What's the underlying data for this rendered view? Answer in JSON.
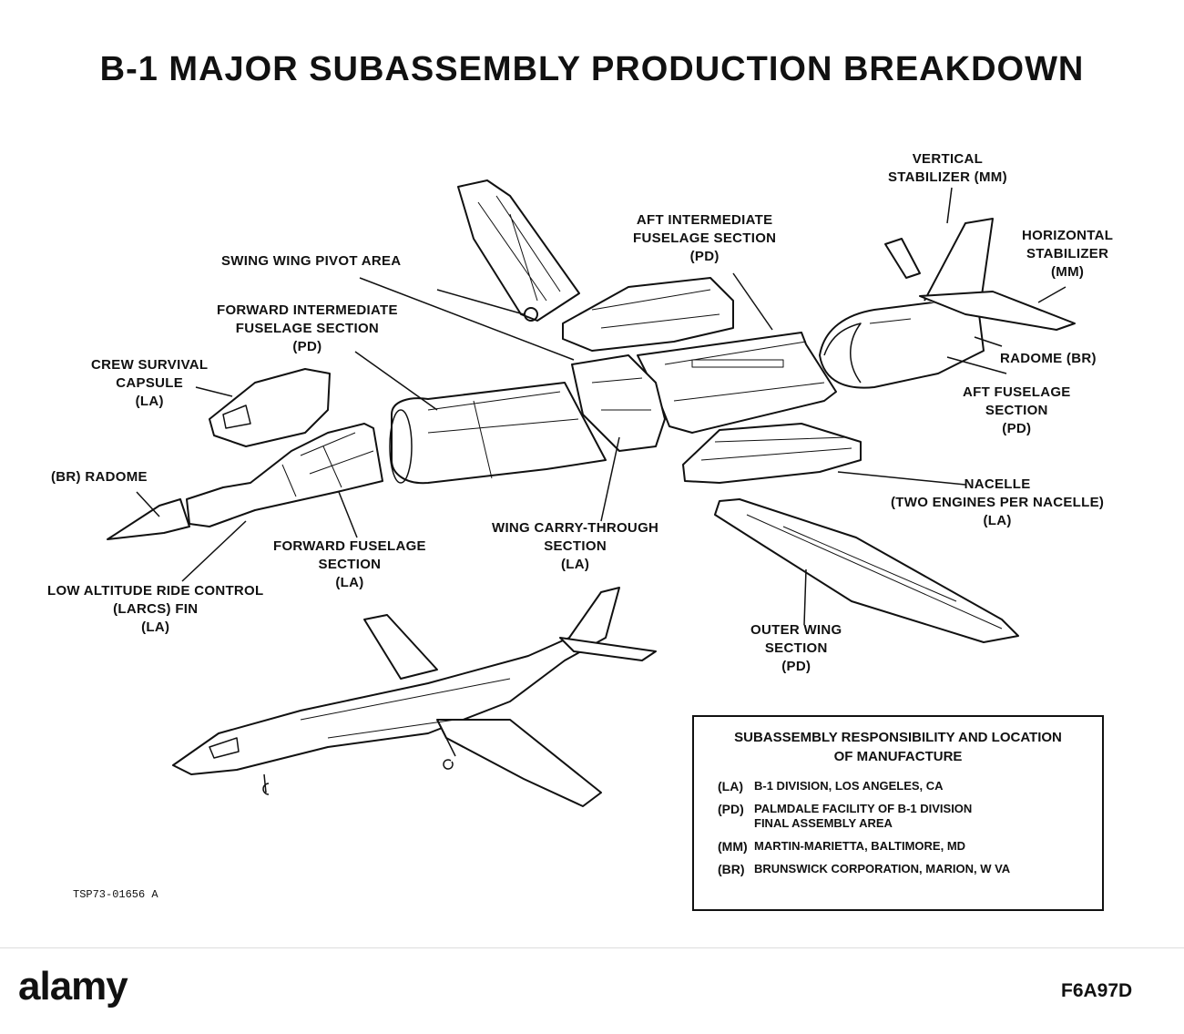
{
  "title": "B-1 MAJOR SUBASSEMBLY PRODUCTION BREAKDOWN",
  "labels": {
    "vertical_stabilizer": [
      "VERTICAL",
      "STABILIZER (MM)"
    ],
    "horizontal_stabilizer": [
      "HORIZONTAL",
      "STABILIZER",
      "(MM)"
    ],
    "aft_intermediate": [
      "AFT INTERMEDIATE",
      "FUSELAGE SECTION",
      "(PD)"
    ],
    "swing_wing_pivot": [
      "SWING WING PIVOT AREA"
    ],
    "forward_intermediate": [
      "FORWARD INTERMEDIATE",
      "FUSELAGE SECTION",
      "(PD)"
    ],
    "crew_capsule": [
      "CREW SURVIVAL",
      "CAPSULE",
      "(LA)"
    ],
    "radome_aft": [
      "RADOME (BR)"
    ],
    "aft_fuselage": [
      "AFT FUSELAGE",
      "SECTION",
      "(PD)"
    ],
    "radome_nose": [
      "(BR) RADOME"
    ],
    "nacelle": [
      "NACELLE",
      "(TWO ENGINES PER NACELLE)",
      "(LA)"
    ],
    "wing_carry_through": [
      "WING CARRY-THROUGH",
      "SECTION",
      "(LA)"
    ],
    "forward_fuselage": [
      "FORWARD FUSELAGE",
      "SECTION",
      "(LA)"
    ],
    "larcs_fin": [
      "LOW ALTITUDE RIDE CONTROL",
      "(LARCS) FIN",
      "(LA)"
    ],
    "outer_wing": [
      "OUTER WING",
      "SECTION",
      "(PD)"
    ]
  },
  "legend": {
    "title": [
      "SUBASSEMBLY RESPONSIBILITY AND LOCATION",
      "OF MANUFACTURE"
    ],
    "rows": [
      {
        "code": "(LA)",
        "text": [
          "B-1 DIVISION, LOS ANGELES, CA"
        ]
      },
      {
        "code": "(PD)",
        "text": [
          "PALMDALE FACILITY OF B-1 DIVISION",
          "FINAL ASSEMBLY AREA"
        ]
      },
      {
        "code": "(MM)",
        "text": [
          "MARTIN-MARIETTA, BALTIMORE, MD"
        ]
      },
      {
        "code": "(BR)",
        "text": [
          "BRUNSWICK CORPORATION, MARION, W VA"
        ]
      }
    ]
  },
  "drawing_code": "TSP73-01656 A",
  "footer": {
    "logo": "alamy",
    "image_id": "F6A97D"
  },
  "colors": {
    "ink": "#111111",
    "paper": "#ffffff"
  }
}
